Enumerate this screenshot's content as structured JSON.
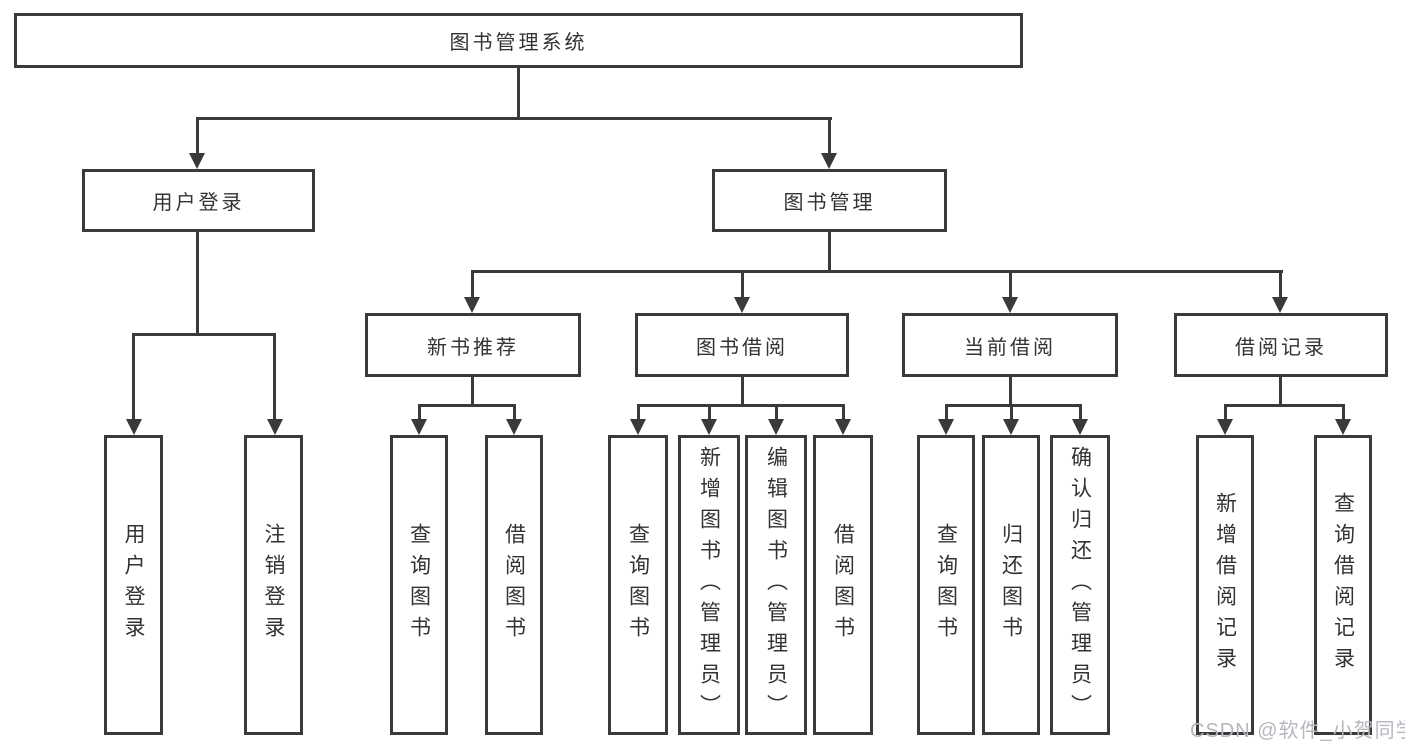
{
  "colors": {
    "line": "#3a3a3a",
    "box_border": "#3a3a3a",
    "box_bg": "#ffffff",
    "text": "#333333",
    "watermark": "#b4b7be",
    "background": "#ffffff"
  },
  "watermark": "CSDN @软件_小贺同学",
  "tree": {
    "root": {
      "label": "图书管理系统"
    },
    "user_login": {
      "label": "用户登录",
      "children": [
        {
          "label": "用户登录"
        },
        {
          "label": "注销登录"
        }
      ]
    },
    "book_management": {
      "label": "图书管理",
      "sections": [
        {
          "label": "新书推荐",
          "children": [
            {
              "label": "查询图书"
            },
            {
              "label": "借阅图书"
            }
          ]
        },
        {
          "label": "图书借阅",
          "children": [
            {
              "label": "查询图书"
            },
            {
              "label": "新增图书（管理员）"
            },
            {
              "label": "编辑图书（管理员）"
            },
            {
              "label": "借阅图书"
            }
          ]
        },
        {
          "label": "当前借阅",
          "children": [
            {
              "label": "查询图书"
            },
            {
              "label": "归还图书"
            },
            {
              "label": "确认归还（管理员）"
            }
          ]
        },
        {
          "label": "借阅记录",
          "children": [
            {
              "label": "新增借阅记录"
            },
            {
              "label": "查询借阅记录"
            }
          ]
        }
      ]
    }
  }
}
